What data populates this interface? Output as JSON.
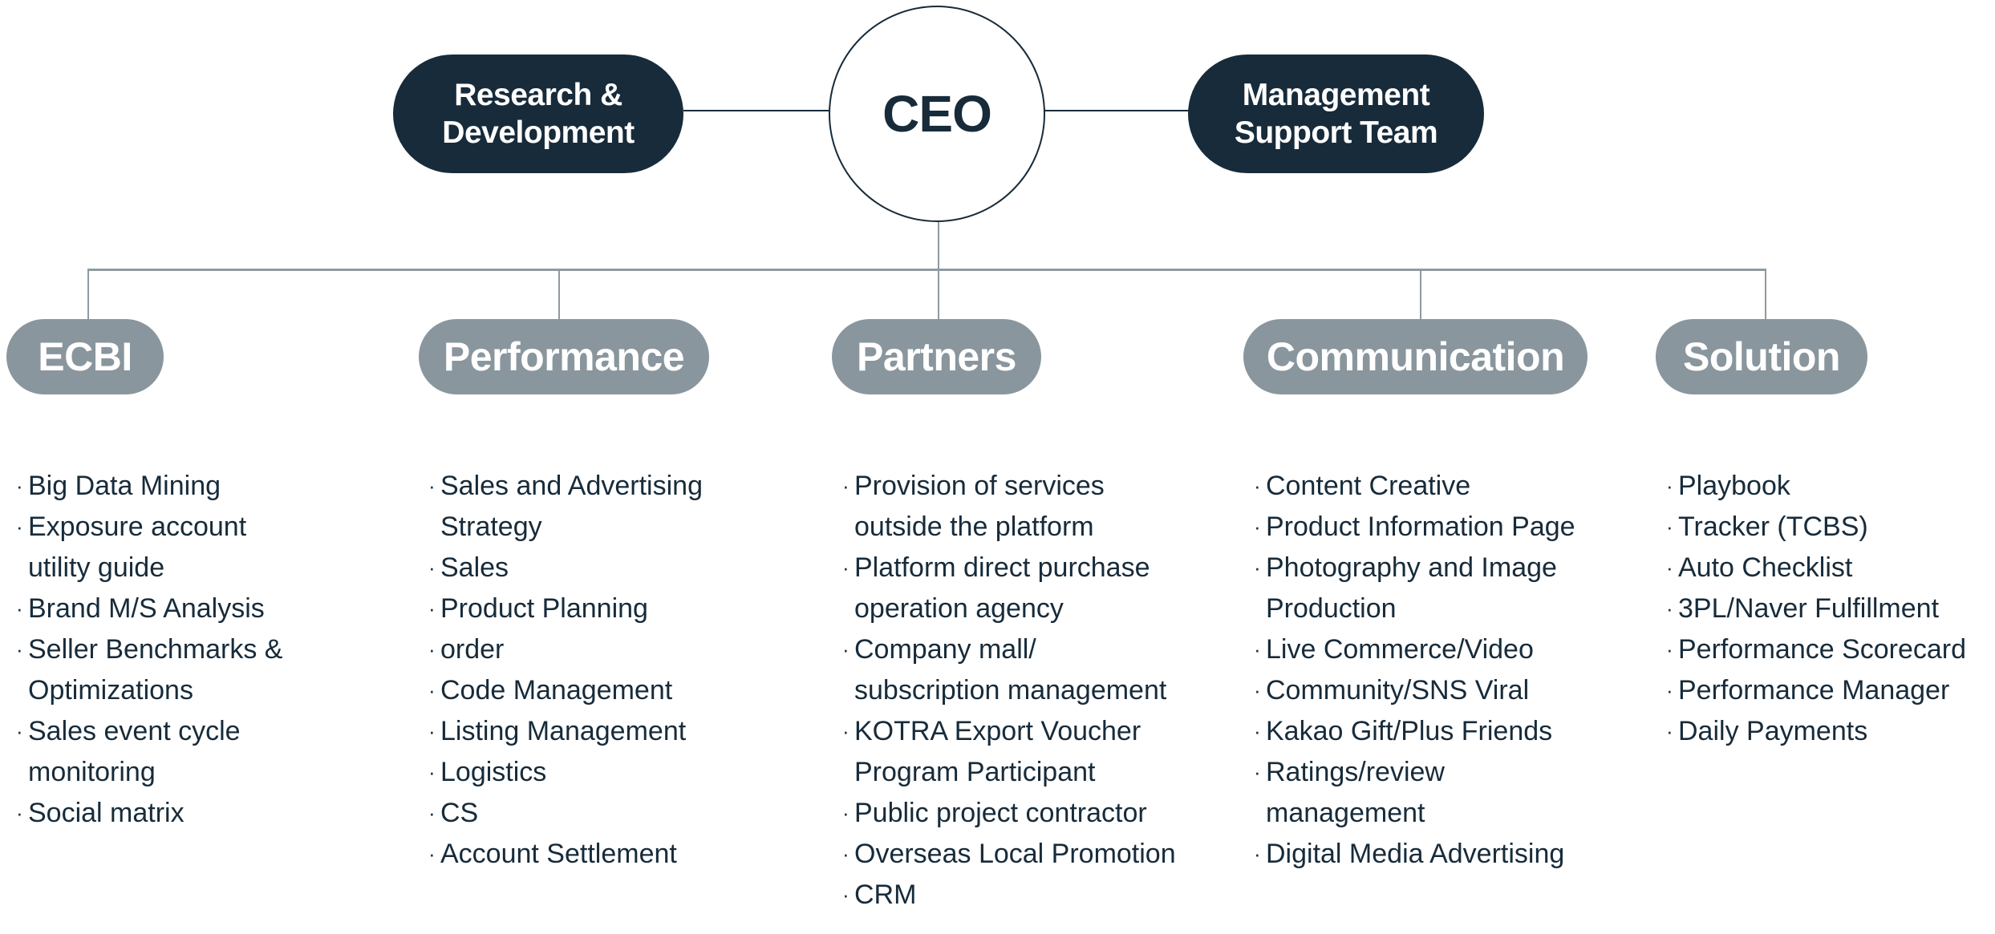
{
  "top": {
    "ceo": "CEO",
    "left_unit": "Research &\nDevelopment",
    "right_unit": "Management\nSupport Team"
  },
  "departments": [
    {
      "name": "ECBI",
      "items": [
        "Big Data Mining",
        "Exposure account\nutility guide",
        "Brand M/S Analysis",
        "Seller Benchmarks &\nOptimizations",
        "Sales event cycle\nmonitoring",
        "Social matrix"
      ]
    },
    {
      "name": "Performance",
      "items": [
        "Sales and Advertising\nStrategy",
        "Sales",
        "Product Planning",
        "order",
        "Code Management",
        "Listing Management",
        "Logistics",
        "CS",
        "Account Settlement"
      ]
    },
    {
      "name": "Partners",
      "items": [
        "Provision of services\noutside the platform",
        "Platform direct purchase\noperation agency",
        "Company mall/\nsubscription management",
        "KOTRA Export Voucher\nProgram Participant",
        "Public project contractor",
        "Overseas Local Promotion",
        "CRM"
      ]
    },
    {
      "name": "Communication",
      "items": [
        "Content Creative",
        "Product Information Page",
        "Photography and Image\nProduction",
        "Live Commerce/Video",
        "Community/SNS Viral",
        "Kakao Gift/Plus Friends",
        "Ratings/review\nmanagement",
        "Digital Media Advertising"
      ]
    },
    {
      "name": "Solution",
      "items": [
        "Playbook",
        "Tracker (TCBS)",
        "Auto Checklist",
        "3PL/Naver Fulfillment",
        "Performance Scorecard",
        "Performance Manager",
        "Daily Payments"
      ]
    }
  ],
  "bullet": "·",
  "colors": {
    "primary": "#172b3a",
    "department": "#8a969d",
    "connector": "#8f9aa1"
  }
}
